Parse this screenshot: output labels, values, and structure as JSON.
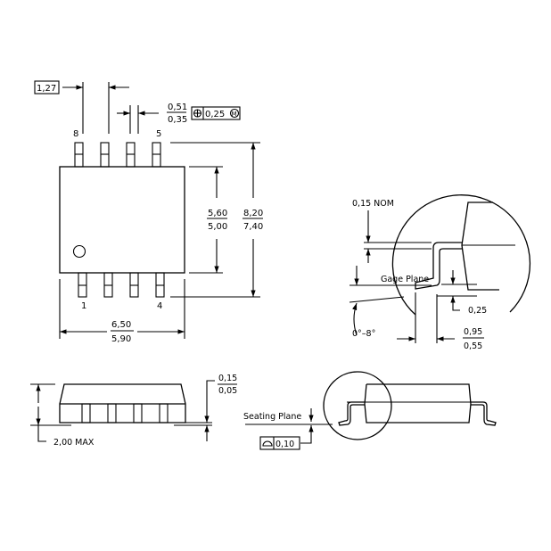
{
  "top_view": {
    "pitch": "1,27",
    "lead_width_max": "0,51",
    "lead_width_min": "0,35",
    "position_tolerance": "0,25",
    "pin_labels": {
      "top_left": "8",
      "top_right": "5",
      "bottom_left": "1",
      "bottom_right": "4"
    },
    "body_width_max": "5,60",
    "body_width_min": "5,00",
    "overall_width_max": "8,20",
    "overall_width_min": "7,40",
    "body_length_max": "6,50",
    "body_length_min": "5,90"
  },
  "detail_view": {
    "lead_thickness": "0,15 NOM",
    "gage_plane_label": "Gage Plane",
    "gage_height": "0,25",
    "angle": "0°–8°",
    "foot_length_max": "0,95",
    "foot_length_min": "0,55"
  },
  "side_view": {
    "height_max": "2,00 MAX",
    "standoff_max": "0,15",
    "standoff_min": "0,05",
    "seating_plane_label": "Seating Plane",
    "coplanarity": "0,10"
  }
}
